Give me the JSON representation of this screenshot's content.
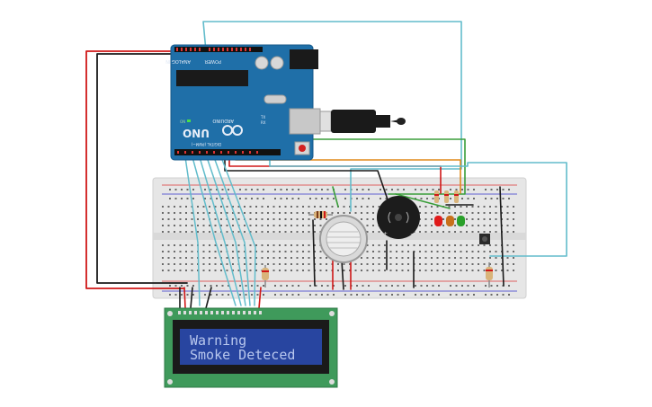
{
  "arduino": {
    "brand": "ARDUINO",
    "model": "UNO",
    "analog_label": "ANALOG IN",
    "power_label": "POWER",
    "digital_label": "DIGITAL (PWM~)",
    "tx_label": "TX",
    "rx_label": "RX",
    "on_label": "ON"
  },
  "lcd": {
    "line1": "Warning",
    "line2": "Smoke Deteced"
  },
  "colors": {
    "arduino_board": "#1f6fa8",
    "lcd_pcb": "#3f9a5b",
    "lcd_screen": "#2845a0",
    "lcd_text": "#b8c7ee",
    "wire_cyan": "#62bccb",
    "wire_red": "#d01818",
    "wire_black": "#1a1a1a",
    "wire_green": "#3a9e3a",
    "wire_orange": "#e08a1a",
    "led_red": "#e01b1b",
    "led_orange": "#c8701a",
    "led_green": "#2aa02a",
    "buzzer": "#1c1c1c",
    "breadboard": "#e6e6e6"
  },
  "icons": {
    "usb_cable": "usb-cable-icon",
    "reset_button": "reset-button-icon",
    "infinity_logo": "arduino-infinity-logo-icon"
  }
}
